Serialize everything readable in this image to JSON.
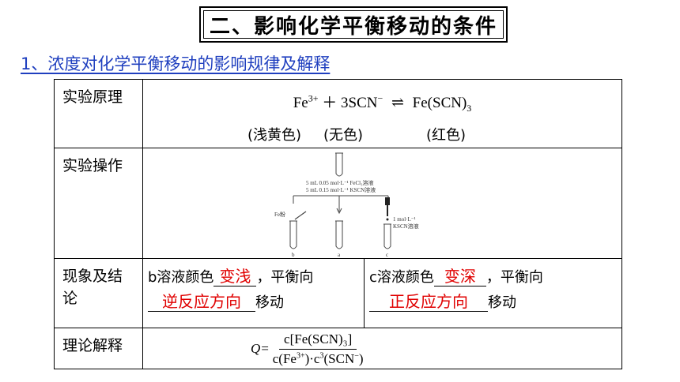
{
  "header": {
    "title": "二、影响化学平衡移动的条件",
    "subtitle": "1、浓度对化学平衡移动的影响规律及解释"
  },
  "rows": {
    "principle": {
      "label": "实验原理",
      "species_fe": "Fe",
      "charge_fe": "3+",
      "plus": " ＋ 3SCN",
      "charge_scn": "−",
      "arrow": "⇌",
      "product": "Fe(SCN)",
      "product_sub": "3",
      "color_reactant1": "(浅黄色)",
      "color_reactant2": "(无色)",
      "color_product": "(红色)"
    },
    "operation": {
      "label": "实验操作",
      "top_text1": "5 mL 0.05 mol·L⁻¹ FeCl₃溶液",
      "top_text2": "5 mL 0.15 mol·L⁻¹ KSCN溶液",
      "fe_label": "Fe粉",
      "right_text1": "1 mol·L⁻¹",
      "right_text2": "KSCN溶液",
      "tube_b": "b",
      "tube_a": "a",
      "tube_c": "c"
    },
    "phenomenon": {
      "label": "现象及结论",
      "b_prefix": "b溶液颜色",
      "b_answer1": "变浅",
      "b_mid": "，平衡向",
      "b_answer2": "逆反应方向",
      "b_suffix": "移动",
      "c_prefix": "c溶液颜色",
      "c_answer1": "变深",
      "c_mid": "，平衡向",
      "c_answer2": "正反应方向",
      "c_suffix": "移动"
    },
    "theory": {
      "label": "理论解释",
      "q": "Q=",
      "numerator": "c[Fe(SCN)₃]",
      "den_part1": "c(Fe",
      "den_charge1": "3+",
      "den_part2": ")·c",
      "den_power": "3",
      "den_part3": "(SCN",
      "den_charge2": "−",
      "den_part4": ")"
    }
  },
  "colors": {
    "subtitle": "#1f3fbf",
    "answer": "#e00000"
  }
}
